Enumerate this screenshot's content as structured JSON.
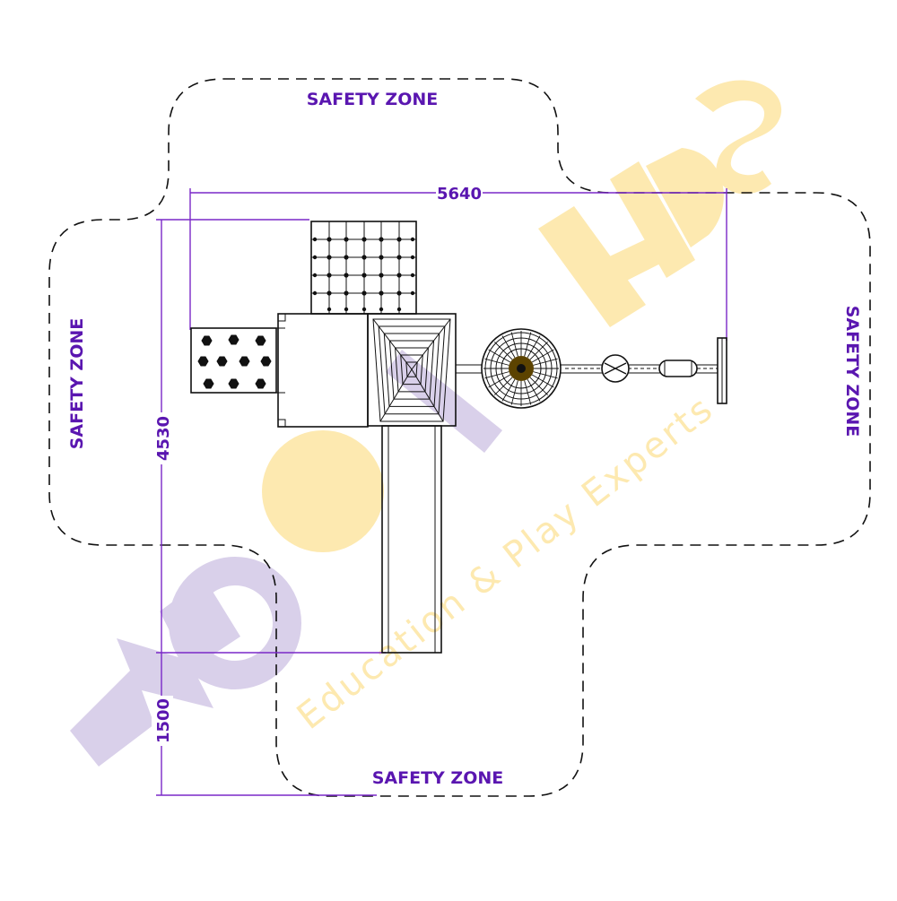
{
  "safety_zone": {
    "top_label": "SAFETY ZONE",
    "left_label": "SAFETY ZONE",
    "right_label": "SAFETY ZONE",
    "bottom_label": "SAFETY ZONE"
  },
  "dimensions": {
    "overall_width": "5640",
    "overall_depth": "4530",
    "slide_extension": "1500"
  },
  "watermark": {
    "brand": "MOONKIDS",
    "tagline": "Education & Play Experts"
  },
  "colors": {
    "label": "#5a16b0",
    "dimension_line": "#7a28c8",
    "watermark_purple": "#d9d0ea",
    "watermark_yellow": "#fde9b0",
    "linework": "#111111"
  }
}
